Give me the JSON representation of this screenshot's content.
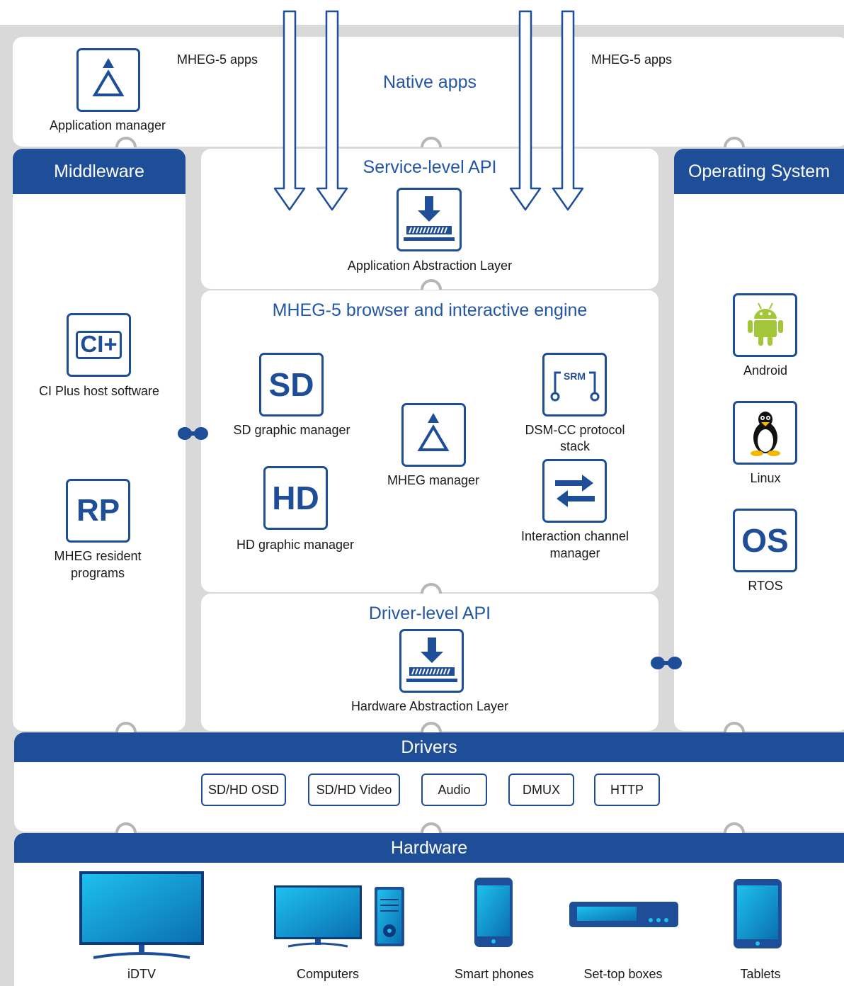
{
  "top": {
    "app_manager_label": "Application manager",
    "mheg_apps_left": "MHEG-5 apps",
    "mheg_apps_right": "MHEG-5 apps",
    "native_apps": "Native apps"
  },
  "middleware": {
    "header": "Middleware",
    "ci_icon_text": "CI+",
    "ci_label": "CI Plus host software",
    "rp_icon_text": "RP",
    "rp_label_1": "MHEG resident",
    "rp_label_2": "programs"
  },
  "service_api": {
    "title": "Service-level API",
    "label": "Application Abstraction Layer"
  },
  "engine": {
    "title": "MHEG-5 browser and interactive engine",
    "sd_icon_text": "SD",
    "sd_label": "SD graphic manager",
    "hd_icon_text": "HD",
    "hd_label": "HD graphic manager",
    "mheg_manager_label": "MHEG manager",
    "srm_text": "SRM",
    "dsmcc_label_1": "DSM-CC protocol",
    "dsmcc_label_2": "stack",
    "interaction_label_1": "Interaction channel",
    "interaction_label_2": "manager"
  },
  "driver_api": {
    "title": "Driver-level API",
    "label": "Hardware Abstraction Layer"
  },
  "os": {
    "header": "Operating System",
    "android_label": "Android",
    "linux_label": "Linux",
    "rtos_icon_text": "OS",
    "rtos_label": "RTOS"
  },
  "drivers": {
    "header": "Drivers",
    "items": [
      "SD/HD OSD",
      "SD/HD Video",
      "Audio",
      "DMUX",
      "HTTP"
    ]
  },
  "hardware": {
    "header": "Hardware",
    "items": [
      "iDTV",
      "Computers",
      "Smart phones",
      "Set-top boxes",
      "Tablets"
    ]
  },
  "colors": {
    "brand_blue": "#1f4e99",
    "title_blue": "#2356a5",
    "frame_grey": "#d9d9d9",
    "android_green": "#a4c639"
  }
}
